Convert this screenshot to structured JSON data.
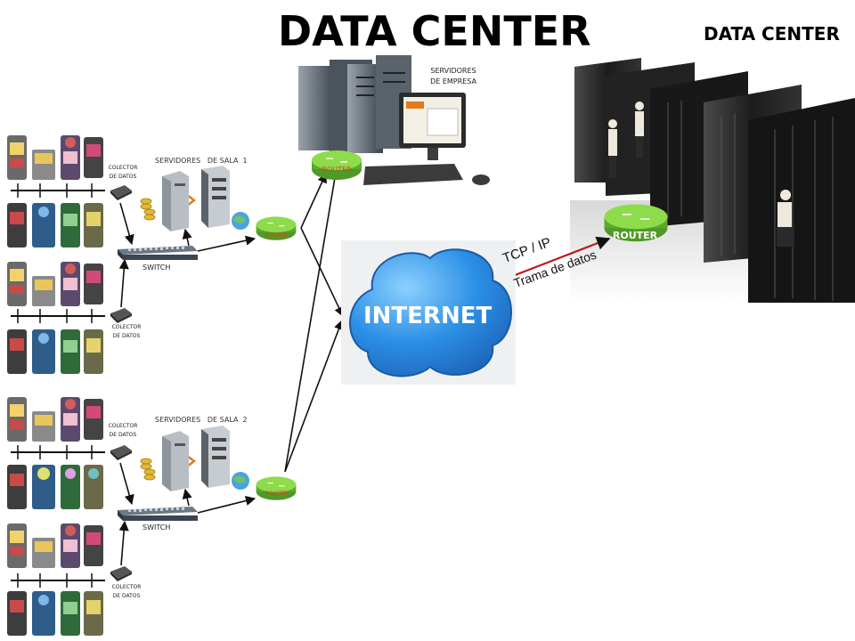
{
  "titles": {
    "main": "DATA CENTER",
    "side": "DATA CENTER"
  },
  "labels": {
    "servidores_empresa": "SERVIDORES DE EMPRESA",
    "servidores_sala_1": "SERVIDORES   DE SALA  1",
    "servidores_sala_2": "SERVIDORES   DE SALA  2",
    "switch": "SWITCH",
    "colector": "COLECTOR DE DATOS",
    "router": "ROUTER",
    "internet": "INTERNET",
    "tcp_ip": "TCP / IP",
    "trama": "Trama de datos"
  },
  "colors": {
    "router_green": "#7ccf3c",
    "cloud_blue": "#2b8fe6",
    "link_red": "#c0141c",
    "accent_orange": "#e07a1f"
  }
}
